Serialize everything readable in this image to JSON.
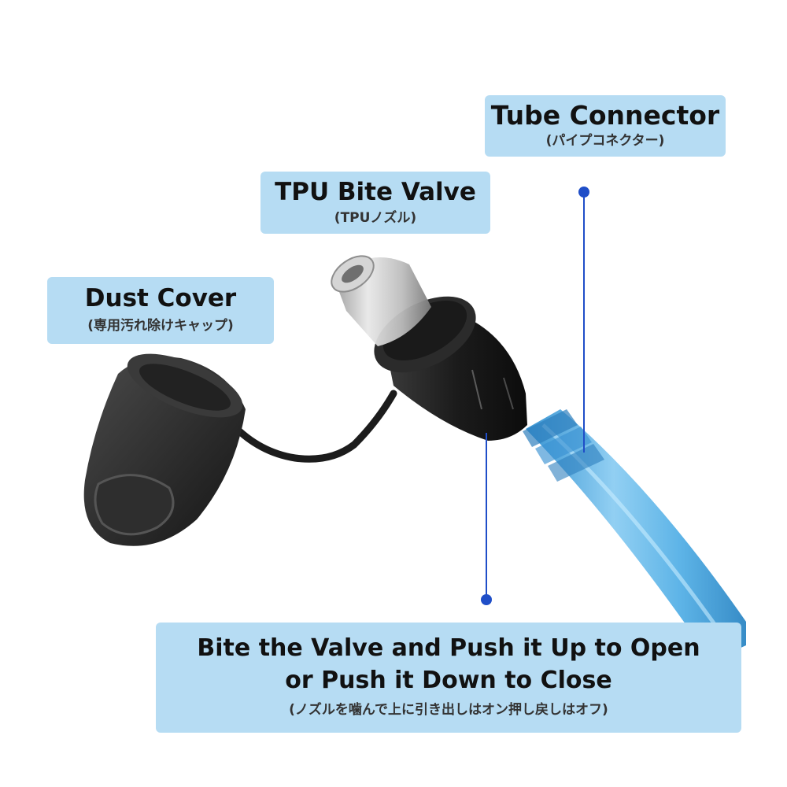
{
  "labels": {
    "tube_connector": {
      "title": "Tube Connector",
      "subtitle": "(パイプコネクター)"
    },
    "bite_valve": {
      "title": "TPU Bite Valve",
      "subtitle": "(TPUノズル)"
    },
    "dust_cover": {
      "title": "Dust Cover",
      "subtitle": "(専用汚れ除けキャップ)"
    },
    "instructions": {
      "line1": "Bite the Valve and Push it Up to Open",
      "line2": "or Push it Down to Close",
      "subtitle": "(ノズルを噛んで上に引き出しはオン押し戻しはオフ)"
    }
  },
  "colors": {
    "label_background": "#b6dcf3",
    "pointer": "#1f4ec8",
    "tube": "#4aa6df",
    "valve_body": "#222222"
  }
}
